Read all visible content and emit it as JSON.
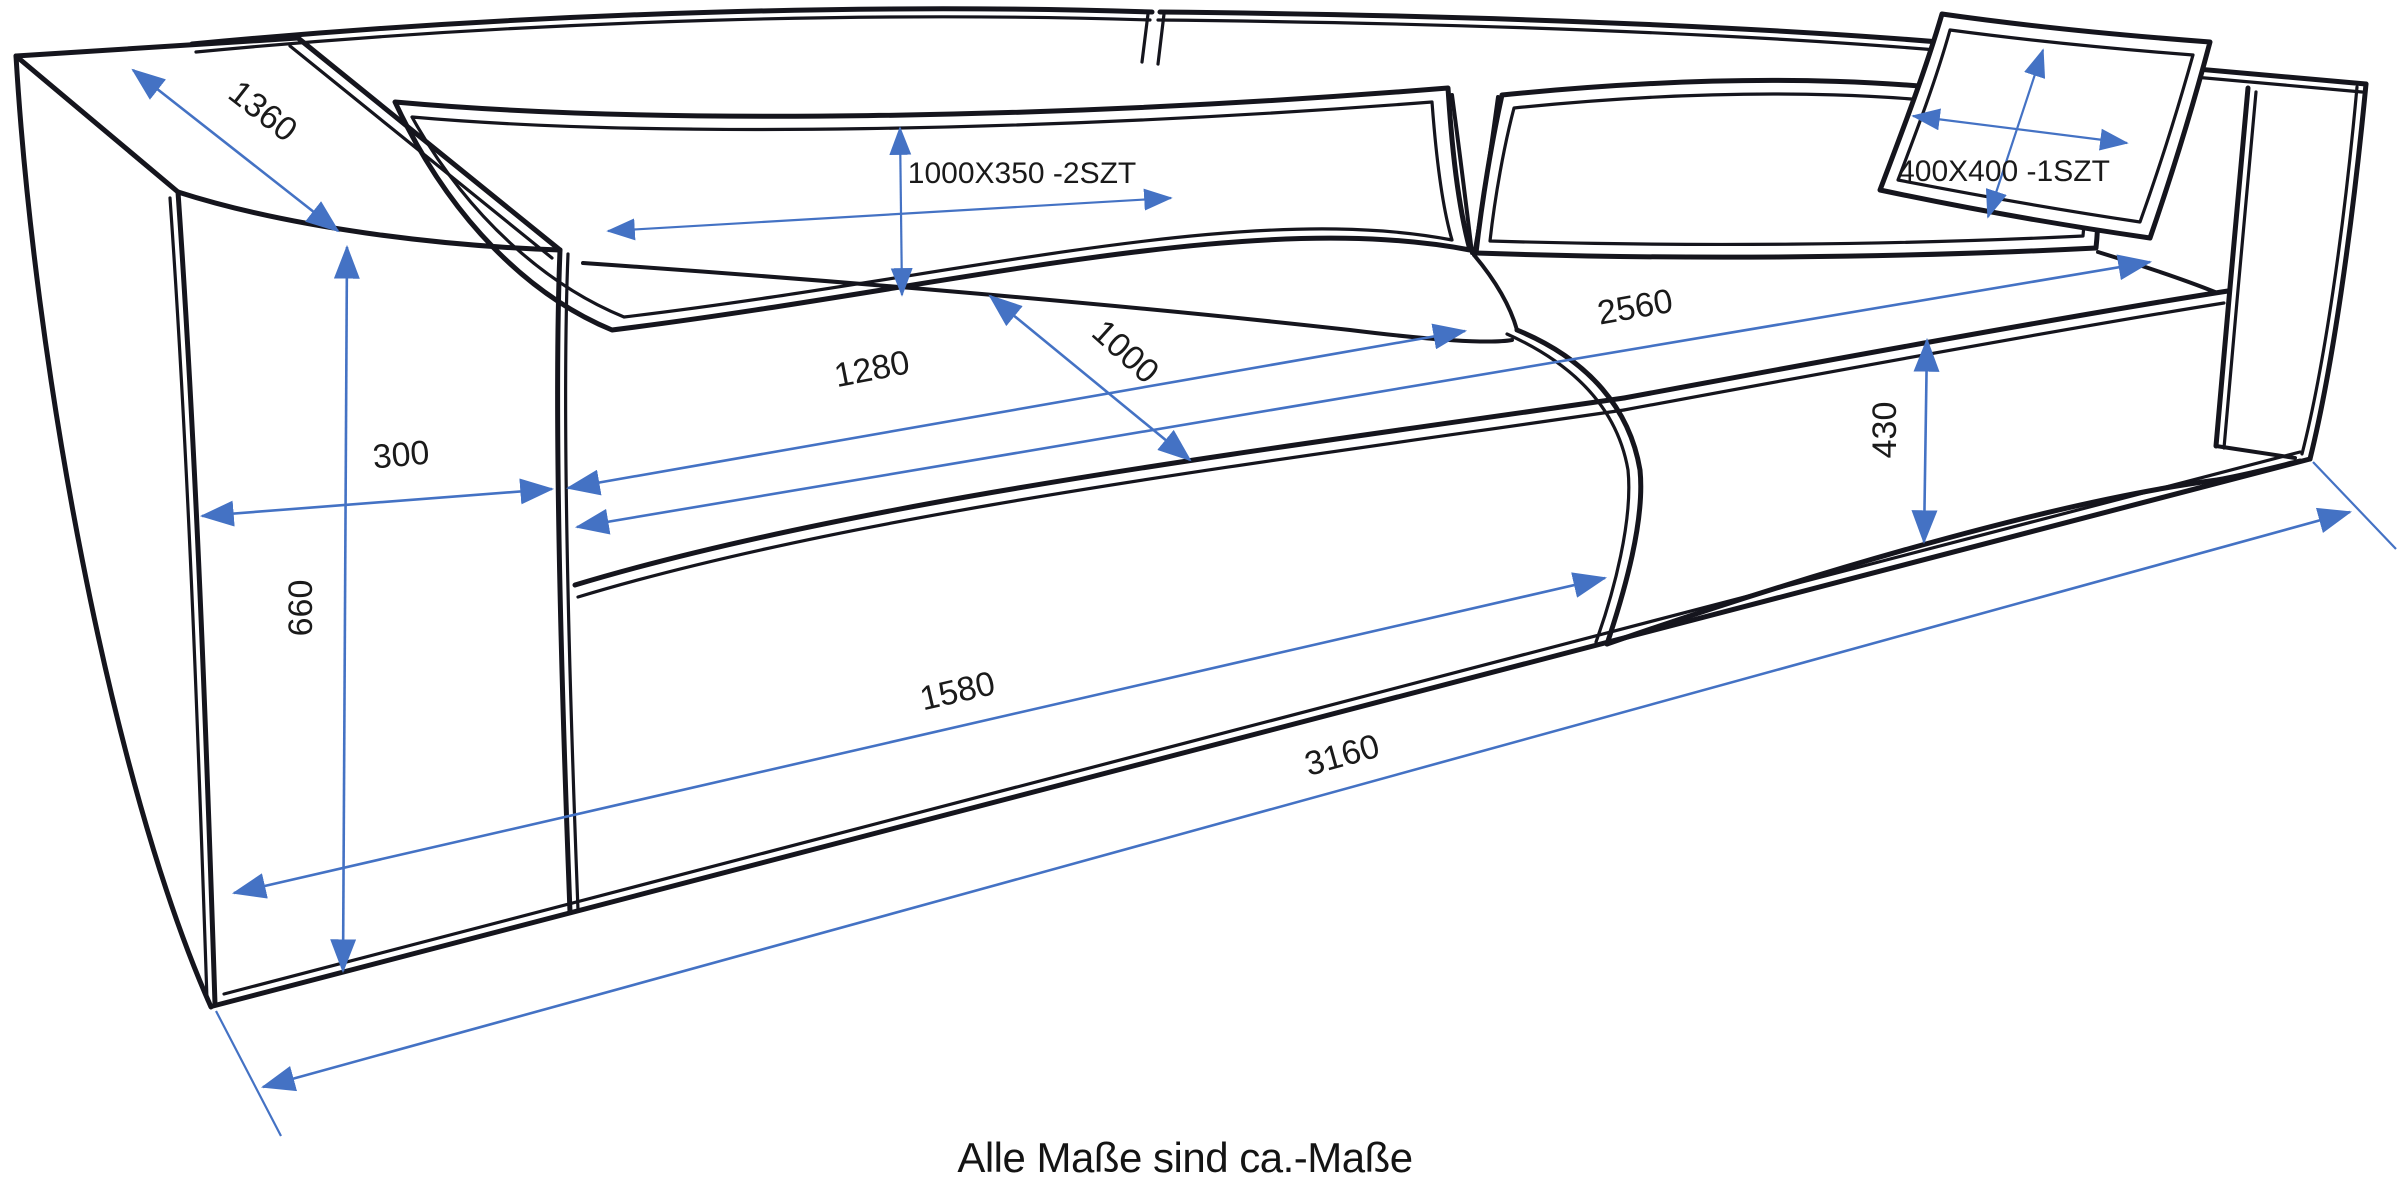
{
  "diagram": {
    "title_caption": "Alle Maße sind ca.-Maße",
    "accent_color": "#4472C4",
    "line_color": "#15151d",
    "dimensions": {
      "arm_depth": {
        "label": "1360",
        "orientation": "diagonal-arm-top"
      },
      "back_cushion_size": {
        "label": "1000X350 -2SZT",
        "orientation": "horizontal-label"
      },
      "pillow_size": {
        "label": "400X400 -1SZT",
        "orientation": "horizontal-label"
      },
      "inner_width": {
        "label": "2560",
        "orientation": "along-seat"
      },
      "seat_width": {
        "label": "1280",
        "orientation": "along-seat"
      },
      "seat_depth": {
        "label": "1000",
        "orientation": "diagonal-seat"
      },
      "arm_width": {
        "label": "300",
        "orientation": "horizontal"
      },
      "total_height": {
        "label": "660",
        "orientation": "vertical"
      },
      "seat_height": {
        "label": "430",
        "orientation": "vertical"
      },
      "seat_front_width": {
        "label": "1580",
        "orientation": "along-base"
      },
      "total_width": {
        "label": "3160",
        "orientation": "along-floor"
      }
    }
  }
}
